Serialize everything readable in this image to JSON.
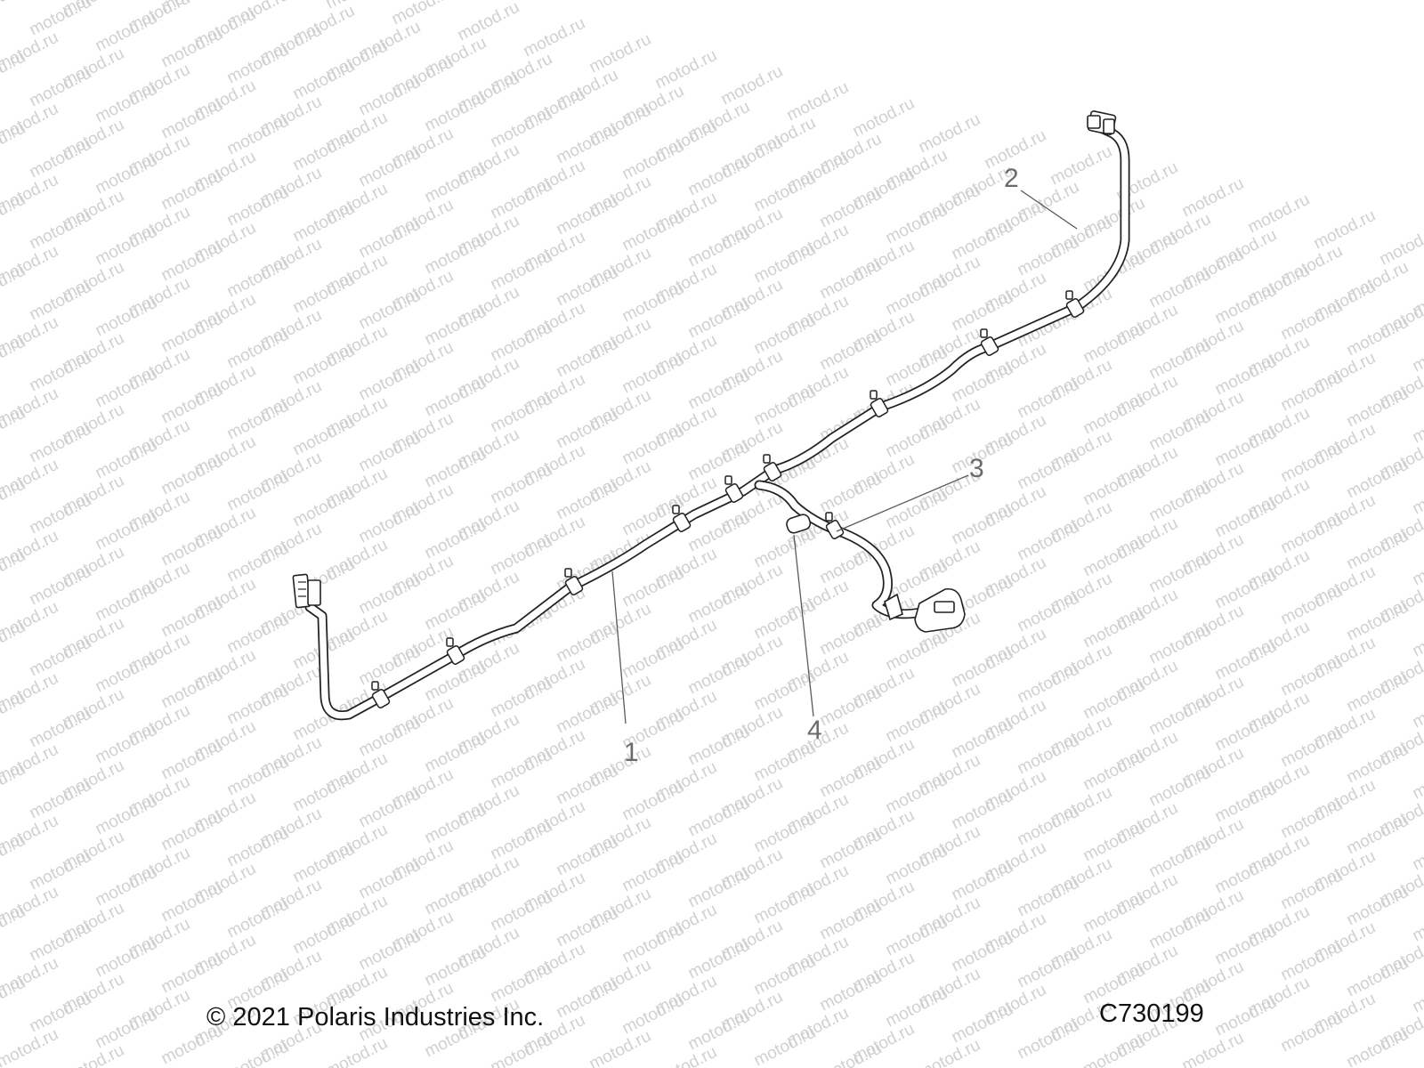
{
  "watermark": "motod.ru",
  "callouts": [
    {
      "number": "1"
    },
    {
      "number": "2"
    },
    {
      "number": "3"
    },
    {
      "number": "4"
    }
  ],
  "footer": {
    "copyright": "© 2021 Polaris Industries Inc.",
    "figure_id": "C730199"
  },
  "colors": {
    "line": "#222222",
    "callout_text": "#6a6a6a",
    "watermark": "#d0d0d0"
  }
}
